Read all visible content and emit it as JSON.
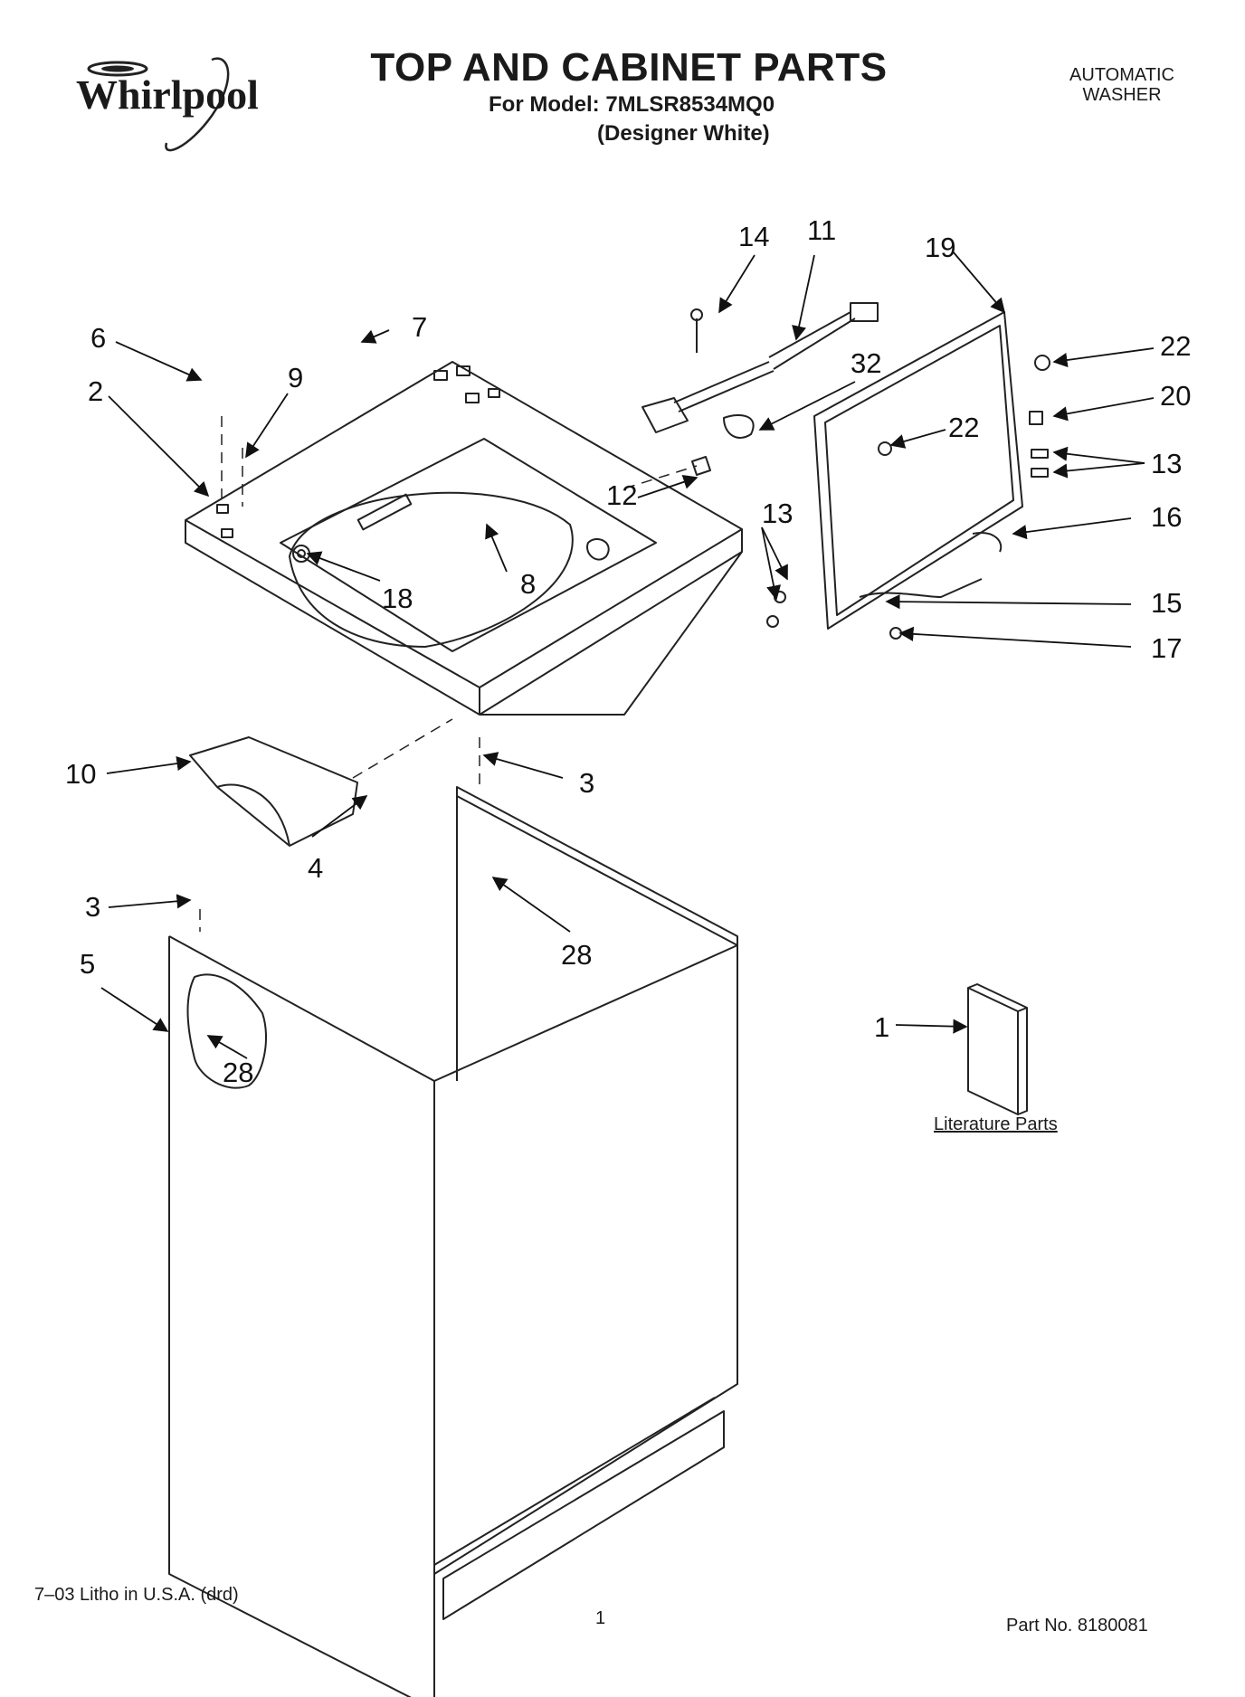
{
  "header": {
    "brand": "Whirlpool",
    "title": "TOP AND CABINET PARTS",
    "model_line": "For Model: 7MLSR8534MQ0",
    "variant": "(Designer White)",
    "product_type_line1": "AUTOMATIC",
    "product_type_line2": "WASHER"
  },
  "callouts": {
    "c14": "14",
    "c11": "11",
    "c19": "19",
    "c22a": "22",
    "c20": "20",
    "c6": "6",
    "c7": "7",
    "c32": "32",
    "c2": "2",
    "c9": "9",
    "c22b": "22",
    "c13a": "13",
    "c13b": "13",
    "c12": "12",
    "c16": "16",
    "c8": "8",
    "c18": "18",
    "c15": "15",
    "c17": "17",
    "c10": "10",
    "c3a": "3",
    "c4": "4",
    "c3b": "3",
    "c28a": "28",
    "c5": "5",
    "c1": "1",
    "c28b": "28"
  },
  "literature_label": "Literature Parts",
  "footer": {
    "litho": "7–03 Litho in U.S.A. (drd)",
    "page": "1",
    "part_no": "Part No. 8180081"
  }
}
